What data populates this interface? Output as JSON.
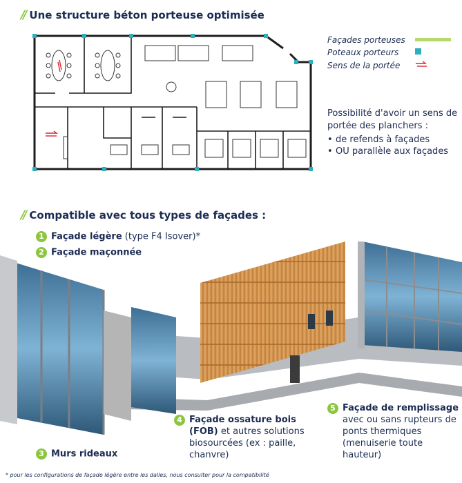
{
  "section1": {
    "title": "Une structure béton porteuse optimisée"
  },
  "legend": {
    "facades_porteuses": "Façades porteuses",
    "poteaux_porteurs": "Poteaux porteurs",
    "sens_portee": "Sens de la portée",
    "colors": {
      "facade": "#b5d96b",
      "poteau": "#2ab0c0",
      "sens": "#d9262e"
    }
  },
  "possibilite": {
    "intro": "Possibilité d'avoir un sens de portée des planchers :",
    "options": [
      "de refends à façades",
      "OU parallèle aux façades"
    ]
  },
  "section2": {
    "title": "Compatible avec tous types de façades :"
  },
  "facade_types": {
    "item1": {
      "num": "1",
      "bold": "Façade légère",
      "rest": " (type F4 Isover)*"
    },
    "item2": {
      "num": "2",
      "bold": "Façade maçonnée"
    },
    "item3": {
      "num": "3",
      "bold": "Murs rideaux"
    },
    "item4": {
      "num": "4",
      "bold1": "Façade ossature bois",
      "bold2": "(FOB)",
      "rest": " et autres solutions biosourcées  (ex : paille, chanvre)"
    },
    "item5": {
      "num": "5",
      "bold": "Façade de remplissage",
      "rest": "avec ou sans rupteurs de ponts thermiques (menuiserie toute hauteur)"
    }
  },
  "footnote": "* pour les configurations de façade légère entre les dalles, nous consulter pour la compatibilité",
  "colors": {
    "navy": "#1b2b52",
    "green": "#8cc63f"
  }
}
